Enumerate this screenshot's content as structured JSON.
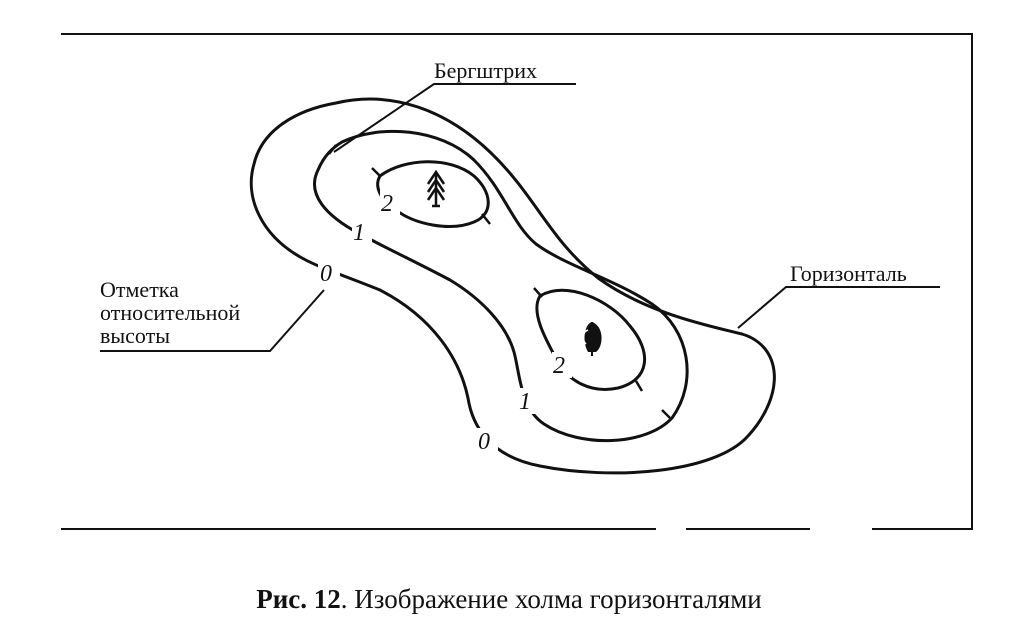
{
  "labels": {
    "bergshtrikh": "Бергштрих",
    "gorizontal": "Горизонталь",
    "otmetka_line1": "Отметка",
    "otmetka_line2": "относительной",
    "otmetka_line3": "высоты"
  },
  "contour_numbers": {
    "outer_left": "0",
    "outer_bottom": "0",
    "middle_left": "1",
    "middle_bottom": "1",
    "inner_top": "2",
    "inner_bottom": "2"
  },
  "caption": {
    "bold": "Рис. 12",
    "text": ". Изображение холма горизонталями"
  },
  "icons": [
    "tree-icon",
    "tree-stump-icon"
  ],
  "colors": {
    "ink": "#111111",
    "background": "#ffffff"
  }
}
